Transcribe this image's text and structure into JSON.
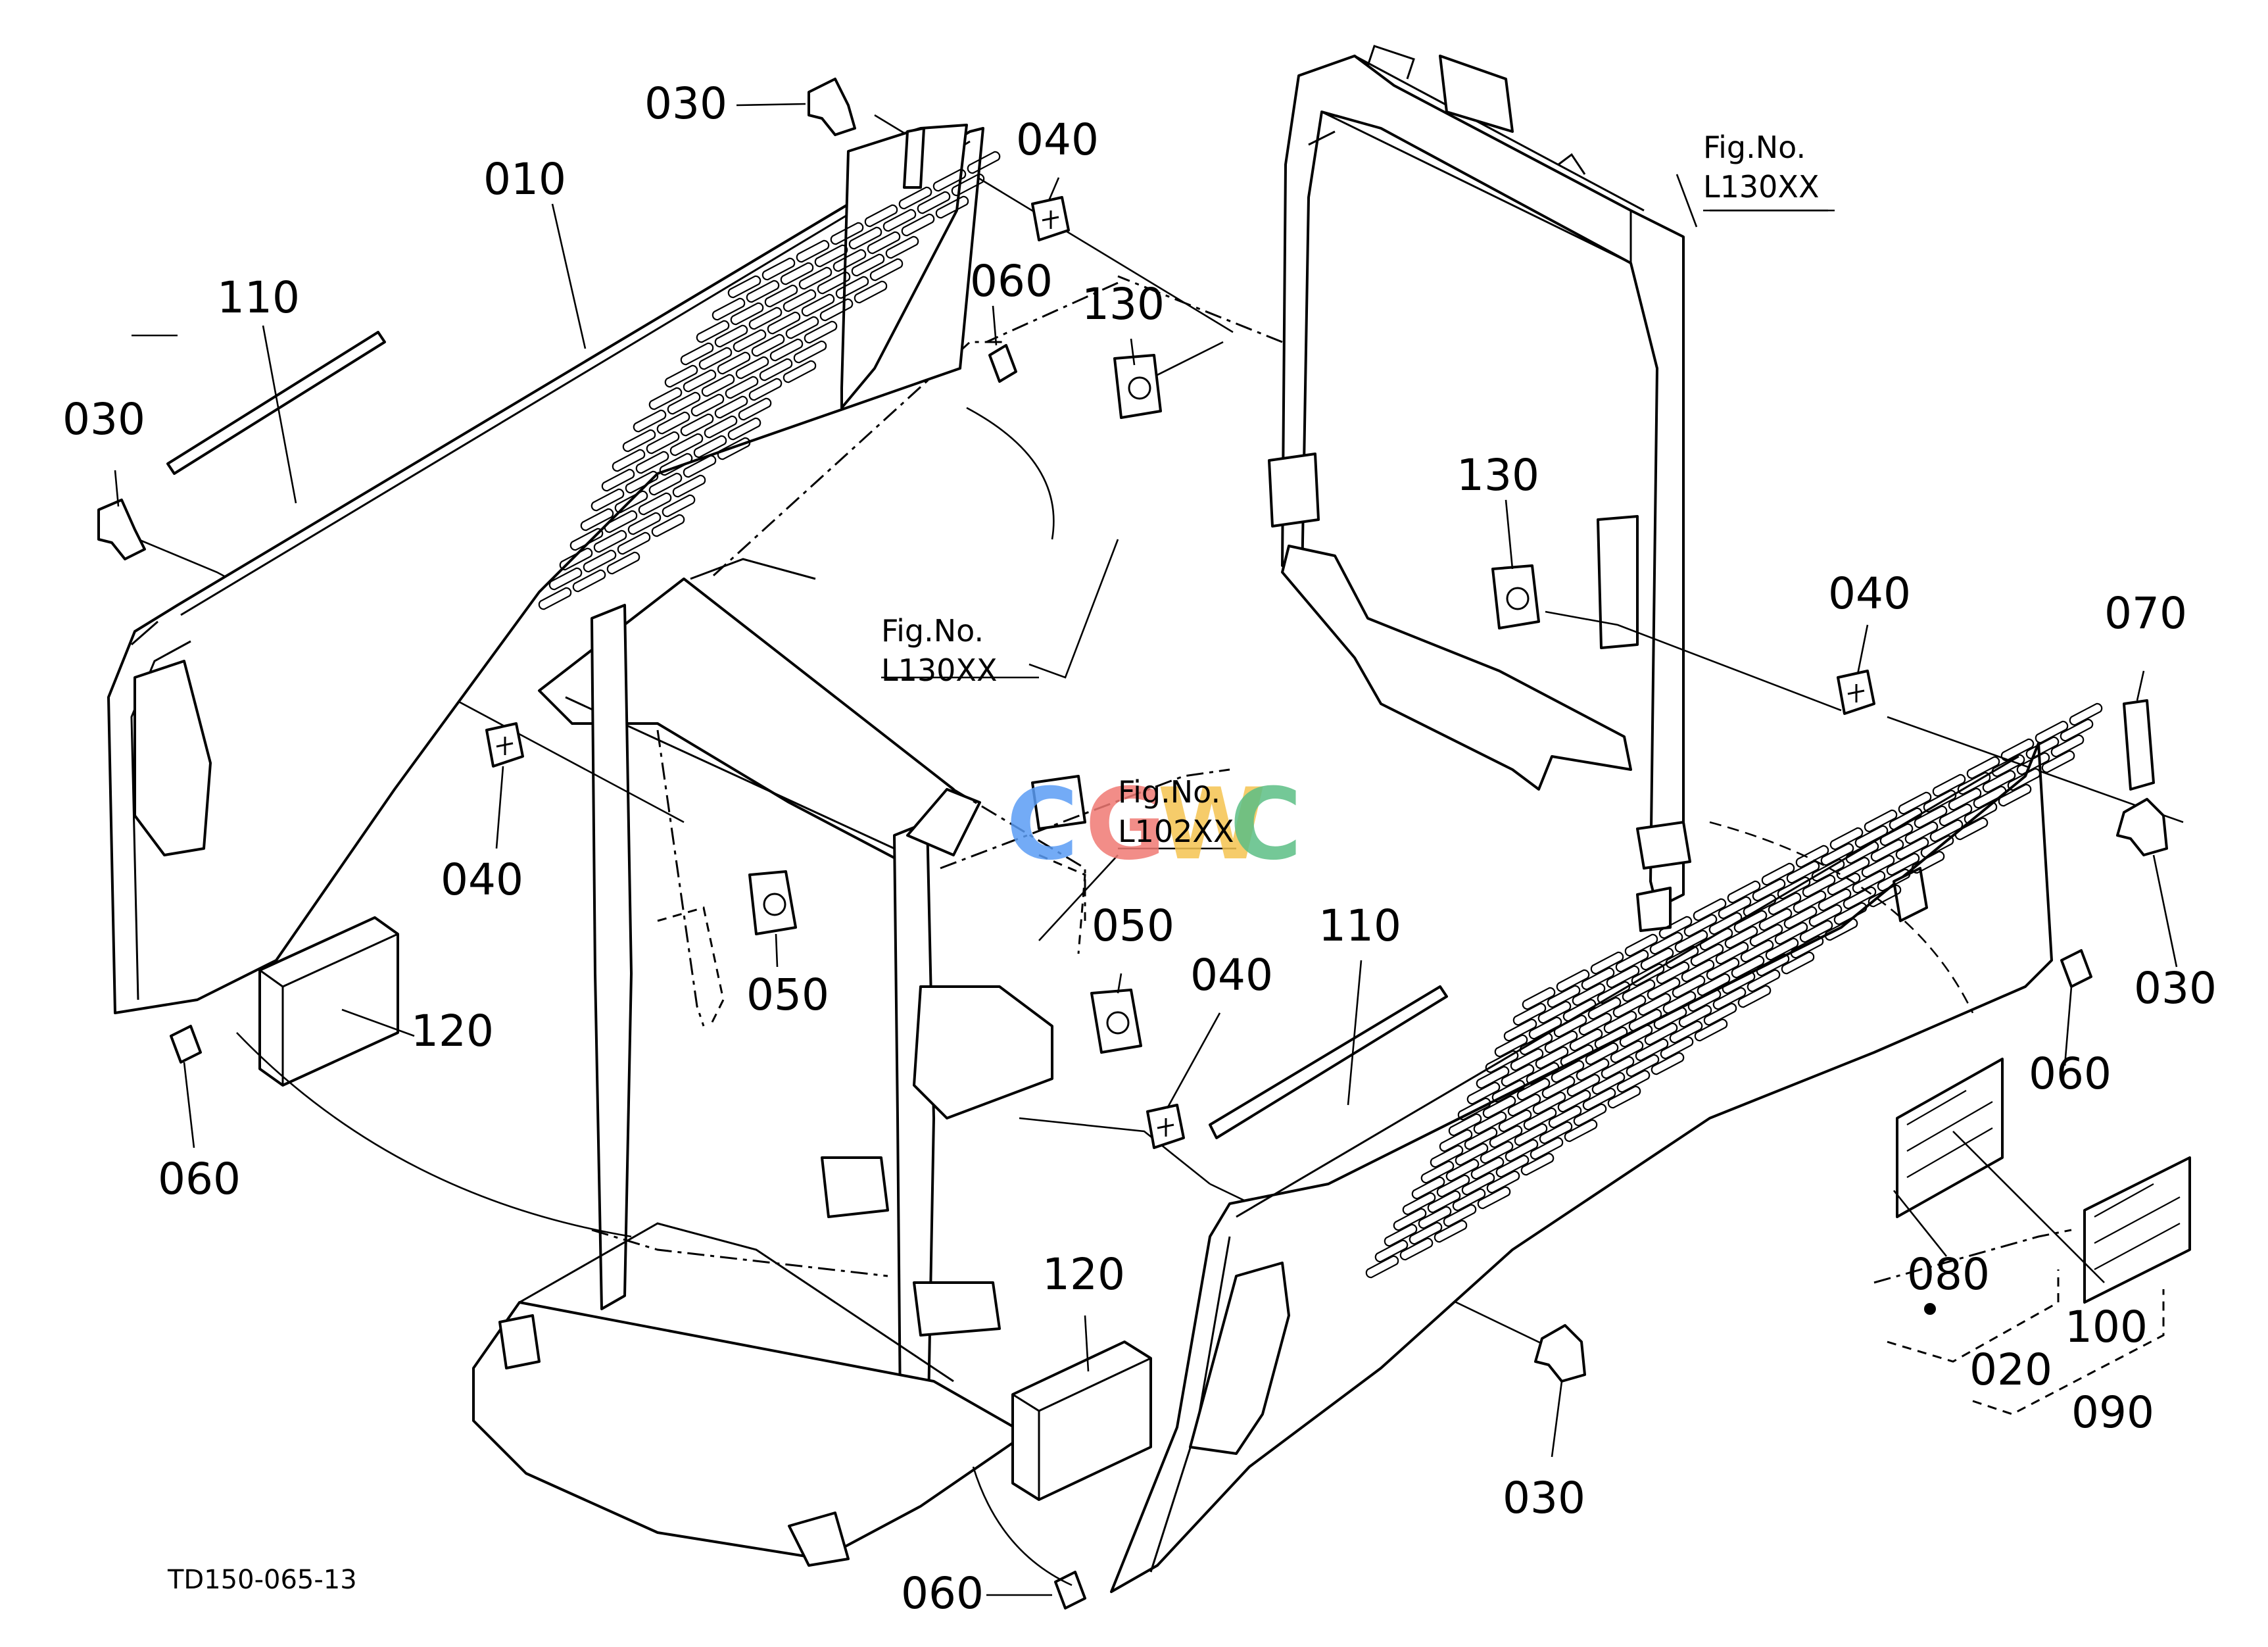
{
  "watermark": {
    "letters": [
      {
        "char": "C",
        "color": "#5b9df5"
      },
      {
        "char": "G",
        "color": "#f07a74"
      },
      {
        "char": "W",
        "color": "#f5c451"
      },
      {
        "char": "C",
        "color": "#5cbf86"
      }
    ]
  },
  "labels": {
    "p010": "010",
    "p020": "020",
    "p030a": "030",
    "p030b": "030",
    "p030c": "030",
    "p030d": "030",
    "p040a": "040",
    "p040b": "040",
    "p040c": "040",
    "p040d": "040",
    "p050a": "050",
    "p050b": "050",
    "p060a": "060",
    "p060b": "060",
    "p060c": "060",
    "p060d": "060",
    "p070": "070",
    "p080": "080",
    "p090": "090",
    "p100": "100",
    "p110a": "110",
    "p110b": "110",
    "p120a": "120",
    "p120b": "120",
    "p130a": "130",
    "p130b": "130"
  },
  "references": {
    "ref1": {
      "line1": "Fig.No.",
      "line2": "L130XX"
    },
    "ref2": {
      "line1": "Fig.No.",
      "line2": "L130XX"
    },
    "ref3": {
      "line1": "Fig.No.",
      "line2": "L102XX"
    }
  },
  "drawing_code": "TD150-065-13"
}
